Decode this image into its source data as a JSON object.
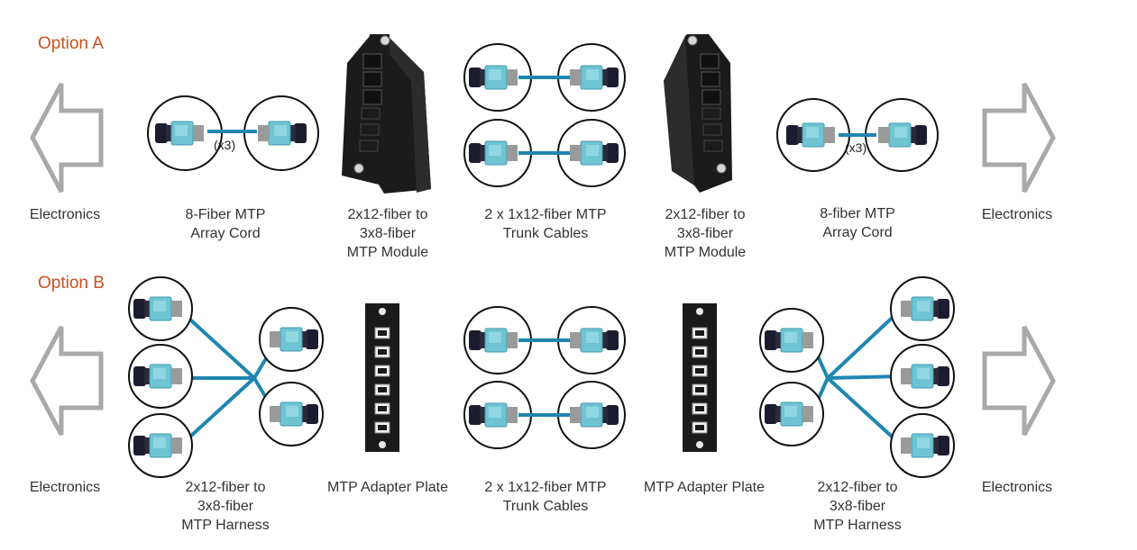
{
  "option_a": {
    "title": "Option A",
    "labels": {
      "electronics_left": "Electronics",
      "array_cord_left": [
        "8-Fiber MTP",
        "Array Cord"
      ],
      "module_left": [
        "2x12-fiber to",
        "3x8-fiber",
        "MTP Module"
      ],
      "trunk": [
        "2 x 1x12-fiber MTP",
        "Trunk Cables"
      ],
      "module_right": [
        "2x12-fiber to",
        "3x8-fiber",
        "MTP Module"
      ],
      "array_cord_right": [
        "8-fiber MTP",
        "Array Cord"
      ],
      "electronics_right": "Electronics"
    },
    "multiplier": "(x3)"
  },
  "option_b": {
    "title": "Option B",
    "labels": {
      "electronics_left": "Electronics",
      "harness_left": [
        "2x12-fiber to",
        "3x8-fiber",
        "MTP Harness"
      ],
      "plate_left": "MTP Adapter Plate",
      "trunk": [
        "2 x 1x12-fiber MTP",
        "Trunk Cables"
      ],
      "plate_right": "MTP Adapter Plate",
      "harness_right": [
        "2x12-fiber to",
        "3x8-fiber",
        "MTP Harness"
      ],
      "electronics_right": "Electronics"
    }
  },
  "colors": {
    "accent": "#c8501e",
    "cable": "#1f86b0",
    "connector": "#6fc4d3",
    "arrow": "#a9a9a9"
  }
}
